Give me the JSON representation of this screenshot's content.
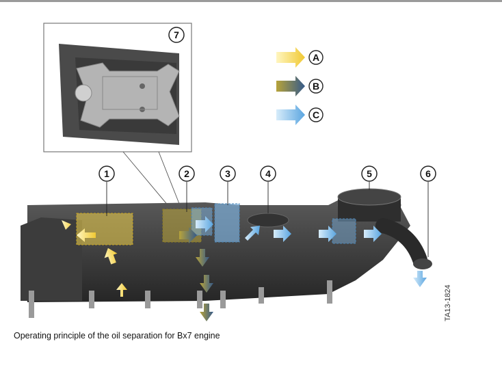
{
  "figure": {
    "inset_callout": "7",
    "callouts": [
      "1",
      "2",
      "3",
      "4",
      "5",
      "6"
    ],
    "legend": [
      {
        "letter": "A",
        "color": "#f2d24a"
      },
      {
        "letter": "B",
        "color": "#5f7a8a"
      },
      {
        "letter": "C",
        "color": "#86bde8"
      }
    ],
    "figure_id": "TA13-1824"
  },
  "caption": "Operating principle of the oil separation for Bx7 engine"
}
